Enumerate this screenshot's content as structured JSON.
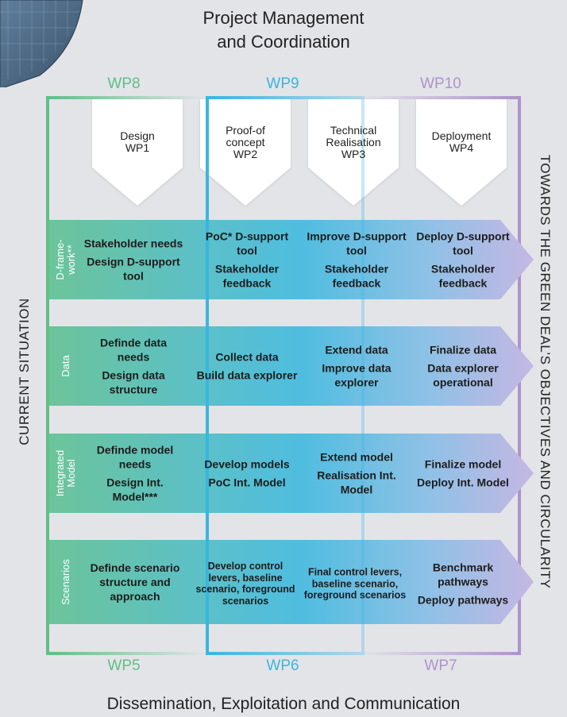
{
  "header": {
    "line1": "Project Management",
    "line2": "and Coordination"
  },
  "footer": {
    "text": "Dissemination, Exploitation and Communication"
  },
  "left_label": "CURRENT SITUATION",
  "right_label": "TOWARDS THE GREEN DEAL’S OBJECTIVES AND CIRCULARITY",
  "top_wps": {
    "wp8": "WP8",
    "wp9": "WP9",
    "wp10": "WP10"
  },
  "bottom_wps": {
    "wp5": "WP5",
    "wp6": "WP6",
    "wp7": "WP7"
  },
  "colors": {
    "wp8_green": "#5fbf86",
    "wp9_blue": "#3ab5e0",
    "wp10_purple": "#ae93cb",
    "band_green": "#6cc49a",
    "band_blue": "#4fbde0",
    "band_purple": "#c5b7e3"
  },
  "columns": [
    {
      "line1": "Design",
      "line2": "WP1"
    },
    {
      "line1": "Proof-of",
      "line2": "concept",
      "line3": "WP2"
    },
    {
      "line1": "Technical",
      "line2": "Realisation",
      "line3": "WP3"
    },
    {
      "line1": "Deployment",
      "line2": "WP4"
    }
  ],
  "rows": [
    {
      "label_line1": "D-frame-",
      "label_line2": "work**",
      "cells": [
        {
          "a": "Stakeholder needs",
          "b": "Design D-support tool"
        },
        {
          "a": "PoC* D-support tool",
          "b": "Stakeholder feedback"
        },
        {
          "a": "Improve D-support tool",
          "b": "Stakeholder feedback"
        },
        {
          "a": "Deploy D-support tool",
          "b": "Stakeholder feedback"
        }
      ]
    },
    {
      "label_line1": "Data",
      "label_line2": "",
      "cells": [
        {
          "a": "Definde data needs",
          "b": "Design data structure"
        },
        {
          "a": "Collect data",
          "b": "Build data explorer"
        },
        {
          "a": "Extend data",
          "b": "Improve data explorer"
        },
        {
          "a": "Finalize data",
          "b": "Data explorer operational"
        }
      ]
    },
    {
      "label_line1": "Integrated",
      "label_line2": "Model",
      "cells": [
        {
          "a": "Definde model needs",
          "b": "Design Int. Model***"
        },
        {
          "a": "Develop models",
          "b": "PoC Int. Model"
        },
        {
          "a": "Extend model",
          "b": "Realisation Int. Model"
        },
        {
          "a": "Finalize model",
          "b": "Deploy Int. Model"
        }
      ]
    },
    {
      "label_line1": "Scenarios",
      "label_line2": "",
      "cells": [
        {
          "a": "Definde scenario structure and approach",
          "b": ""
        },
        {
          "a": "Develop control levers, baseline scenario, foreground scenarios",
          "b": ""
        },
        {
          "a": "Final control levers, baseline scenario, foreground scenarios",
          "b": ""
        },
        {
          "a": "Benchmark pathways",
          "b": "Deploy pathways"
        }
      ]
    }
  ]
}
